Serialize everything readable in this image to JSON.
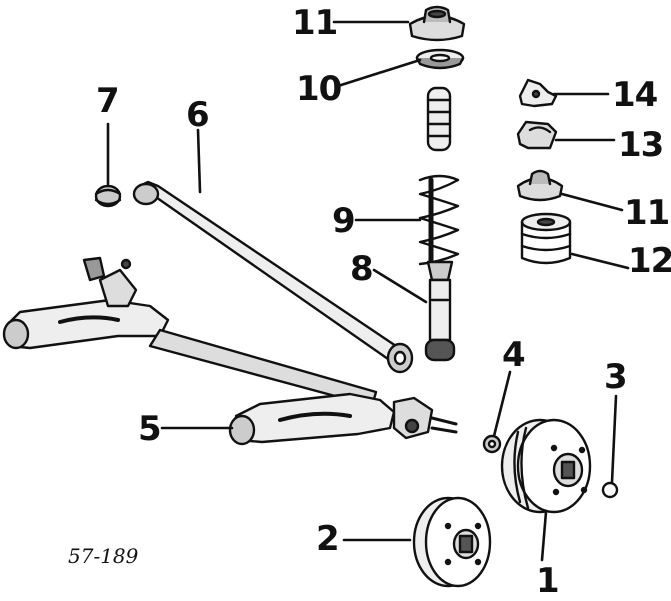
{
  "diagram": {
    "labels": {
      "p1": "1",
      "p2": "2",
      "p3": "3",
      "p4": "4",
      "p5": "5",
      "p6": "6",
      "p7": "7",
      "p8": "8",
      "p9": "9",
      "p10": "10",
      "p11_top": "11",
      "p11_right": "11",
      "p12": "12",
      "p13": "13",
      "p14": "14"
    },
    "figure_ref": "57-189"
  }
}
